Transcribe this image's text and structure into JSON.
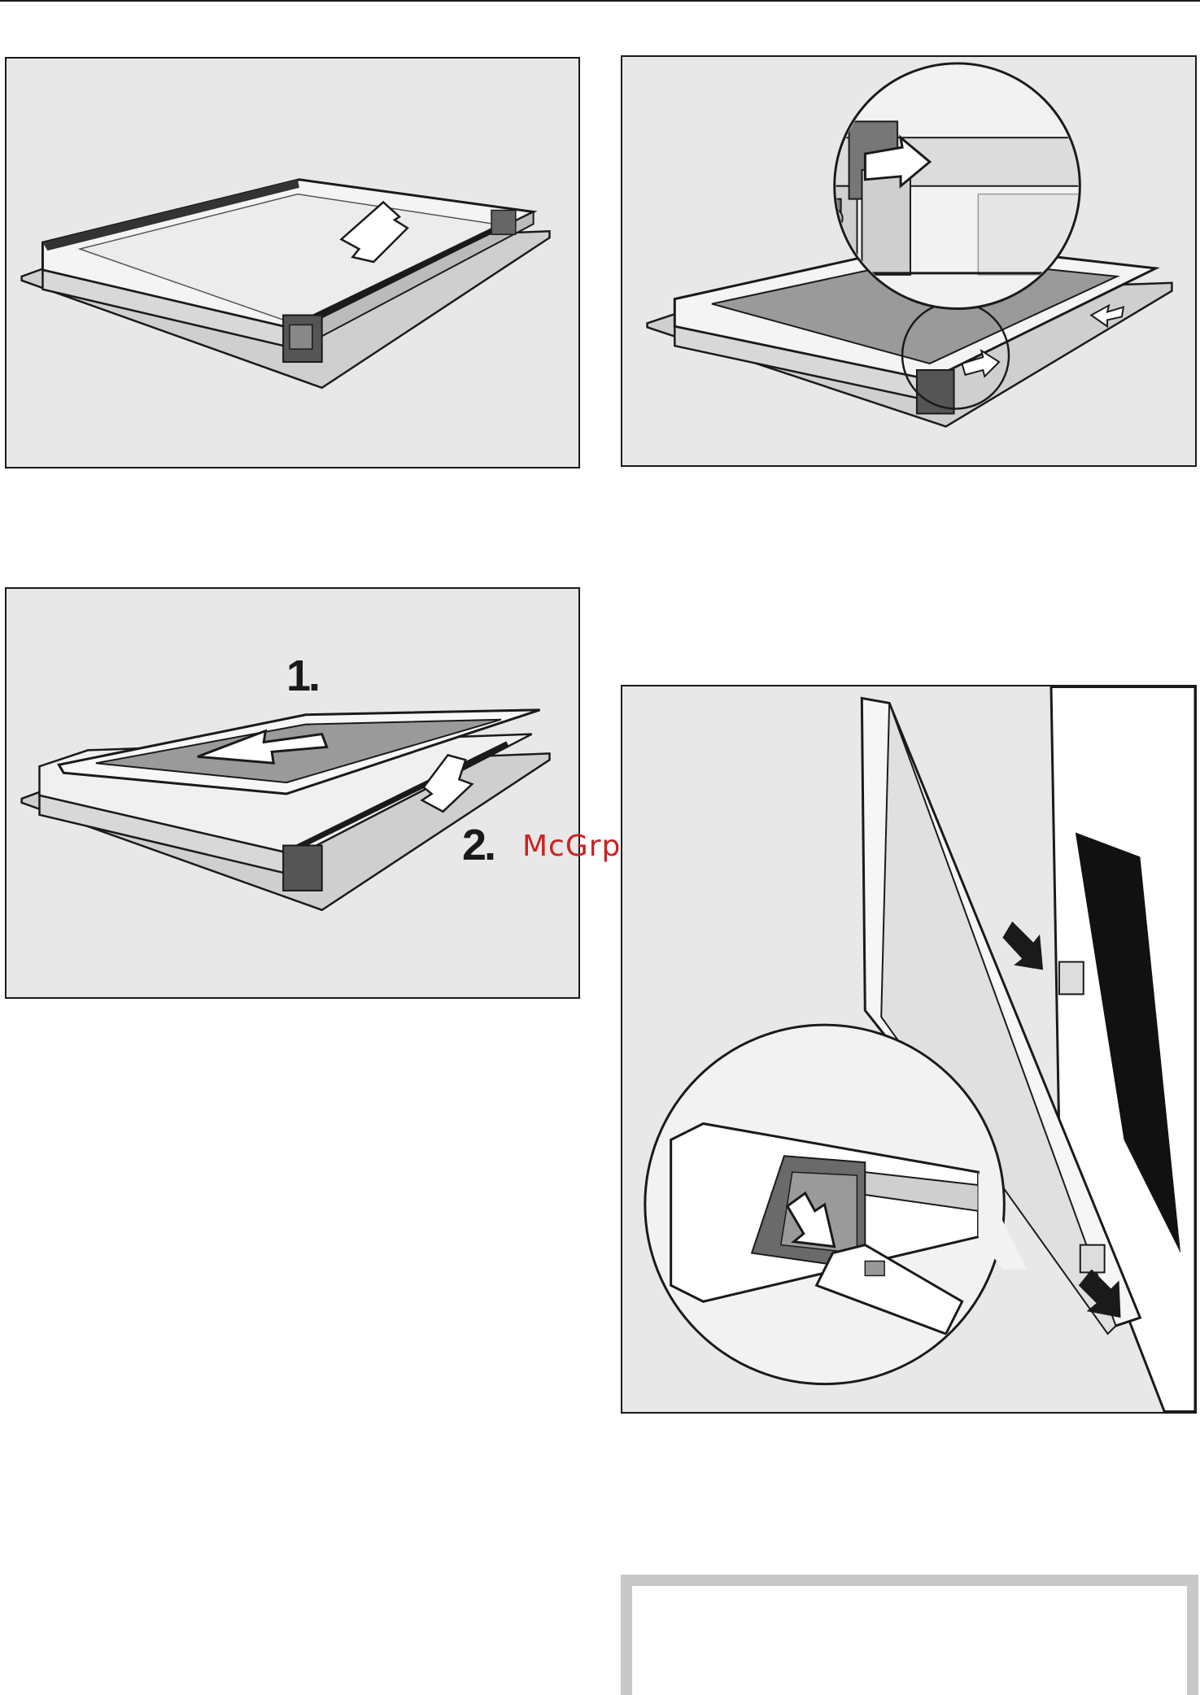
{
  "figures": {
    "top_left": {
      "description_shown": false
    },
    "middle_left": {
      "step_1": "1.",
      "step_2": "2."
    },
    "watermark": "McGrp.Ru"
  },
  "colors": {
    "panel_bg": "#e8e8e8",
    "frame": "#1a1a1a",
    "glass": "#9a9a9a",
    "watermark": "#cc2222",
    "note_border": "#c8c8c8"
  },
  "icons": [
    "arrow-down-icon",
    "arrow-left-icon",
    "arrow-right-icon",
    "magnifier-circle-icon"
  ]
}
